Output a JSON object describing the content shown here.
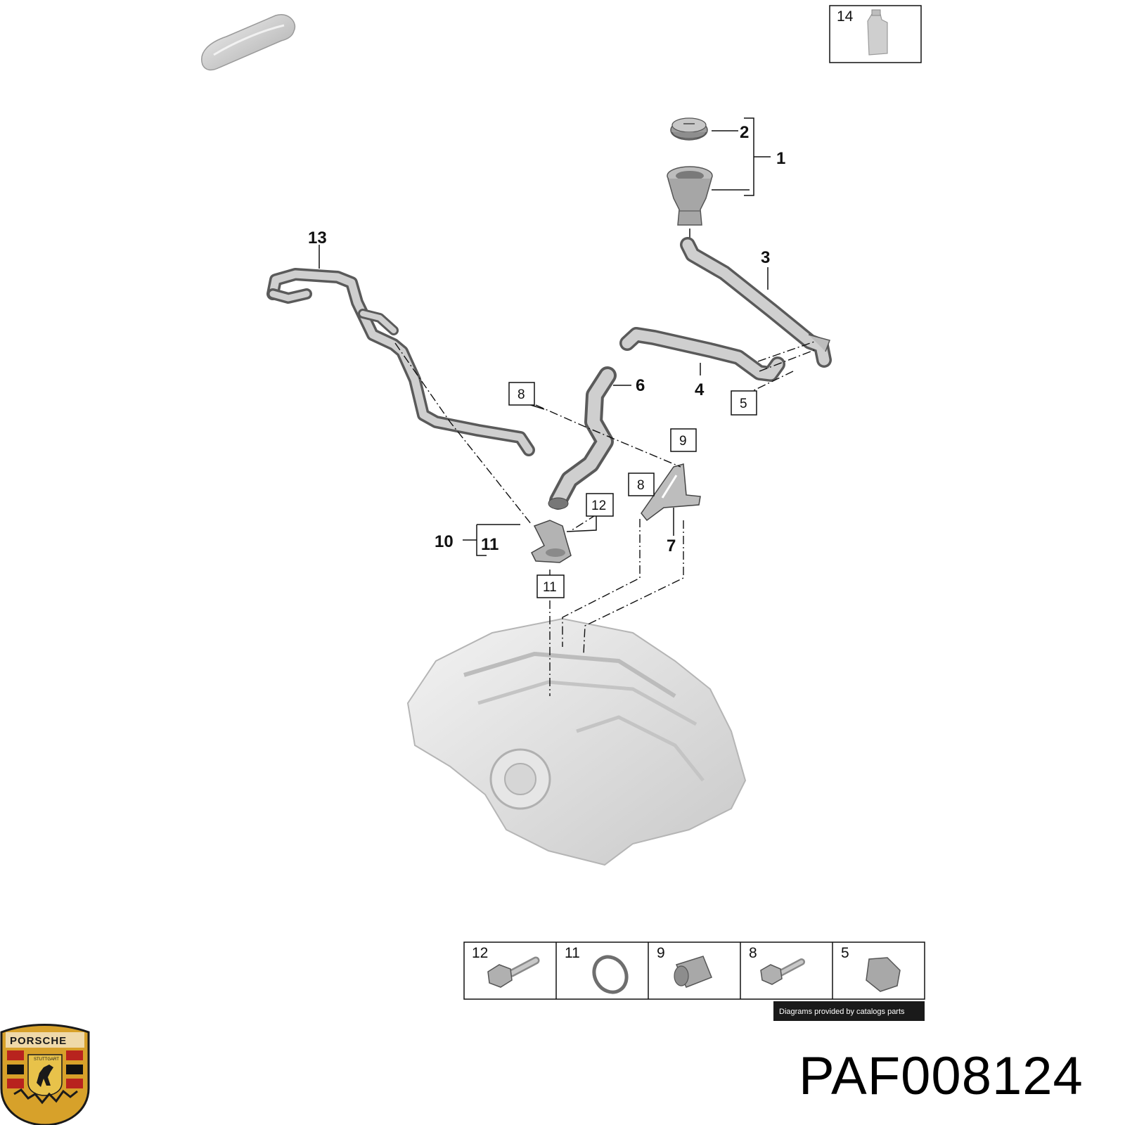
{
  "callouts": {
    "c1": "1",
    "c2": "2",
    "c3": "3",
    "c4": "4",
    "c6": "6",
    "c7": "7",
    "c10": "10",
    "c11": "11",
    "c13": "13"
  },
  "boxes": {
    "b14": "14",
    "b5": "5",
    "b8a": "8",
    "b8b": "8",
    "b9": "9",
    "b12": "12",
    "b11": "11"
  },
  "legend": [
    {
      "num": "12",
      "icon": "bolt-icon"
    },
    {
      "num": "11",
      "icon": "o-ring-icon"
    },
    {
      "num": "9",
      "icon": "plug-icon"
    },
    {
      "num": "8",
      "icon": "bolt-icon"
    },
    {
      "num": "5",
      "icon": "nut-icon"
    }
  ],
  "credit": "Diagrams provided by catalogs parts",
  "part_number": "PAF008124",
  "logo": {
    "brand": "PORSCHE",
    "city": "STUTTGART"
  },
  "colors": {
    "part_fill": "#d6d6d6",
    "part_stroke": "#6e6e6e",
    "credit_bg": "#1a1a1a",
    "crest_gold": "#e0a21b",
    "crest_red": "#b8231e"
  }
}
